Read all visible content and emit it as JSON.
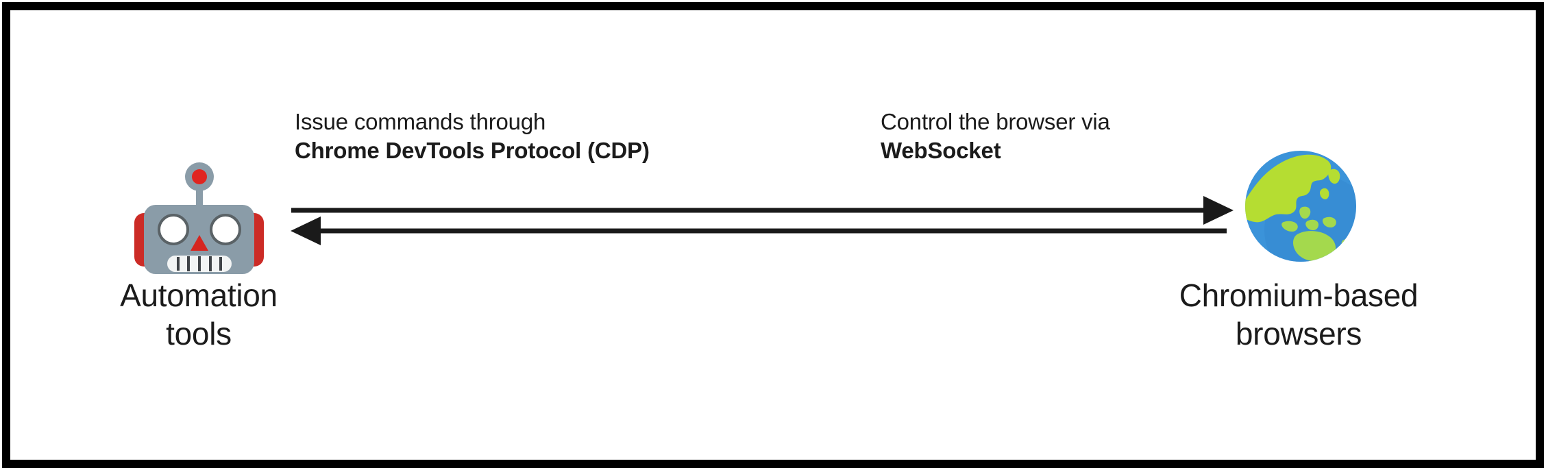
{
  "diagram": {
    "type": "flow-diagram",
    "background_color": "#ffffff",
    "border_color": "#000000",
    "text_color": "#1b1b1b",
    "nodes": [
      {
        "id": "automation-tools",
        "icon": "robot-icon",
        "label_line1": "Automation",
        "label_line2": "tools",
        "icon_colors": {
          "head": "#8a9ca8",
          "ear": "#cc2b26",
          "antenna_dot": "#e02520",
          "eye": "#ffffff",
          "eye_rim": "#5a6266",
          "nose": "#d6251f",
          "mouth": "#f2f4f4"
        }
      },
      {
        "id": "chromium-browsers",
        "icon": "globe-icon",
        "label_line1": "Chromium-based",
        "label_line2": "browsers",
        "icon_colors": {
          "ocean": "#3b93d9",
          "ocean_dark": "#2f7fc4",
          "land_green": "#a4d94d",
          "land_bright": "#b5dd32"
        }
      }
    ],
    "edges": [
      {
        "id": "commands-edge",
        "direction": "left-to-right",
        "arrowhead": "right",
        "label_line1": "Issue commands through",
        "label_line2": "Chrome DevTools Protocol (CDP)",
        "color": "#1a1a1a"
      },
      {
        "id": "control-edge",
        "direction": "right-to-left",
        "arrowhead": "left",
        "label_line1": "Control the browser via",
        "label_line2": "WebSocket",
        "color": "#1a1a1a"
      }
    ]
  }
}
